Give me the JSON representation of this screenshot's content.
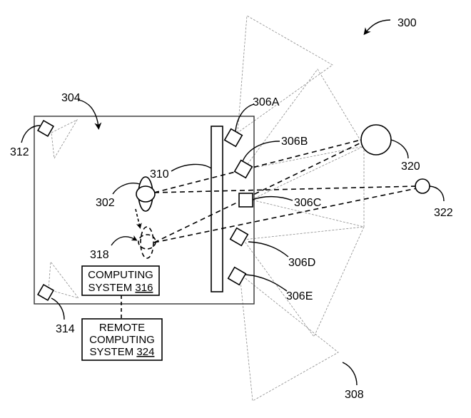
{
  "figure": {
    "id_label": "300",
    "environment_label": "304",
    "user_label": "302",
    "user_moved_label": "318",
    "display_label": "310",
    "fov_group_label": "308",
    "object_large_label": "320",
    "object_small_label": "322",
    "corner_sensors": [
      {
        "label": "312"
      },
      {
        "label": "314"
      }
    ],
    "sensors": [
      {
        "label": "306A"
      },
      {
        "label": "306B"
      },
      {
        "label": "306C"
      },
      {
        "label": "306D"
      },
      {
        "label": "306E"
      }
    ],
    "computing_system": {
      "line1": "COMPUTING",
      "line2_prefix": "SYSTEM ",
      "ref": "316"
    },
    "remote_computing_system": {
      "line1": "REMOTE",
      "line2": "COMPUTING",
      "line3_prefix": "SYSTEM ",
      "ref": "324"
    },
    "colors": {
      "line": "#000000",
      "room_border": "#333333",
      "fov_line": "#8a8a8a",
      "background": "#ffffff"
    }
  }
}
